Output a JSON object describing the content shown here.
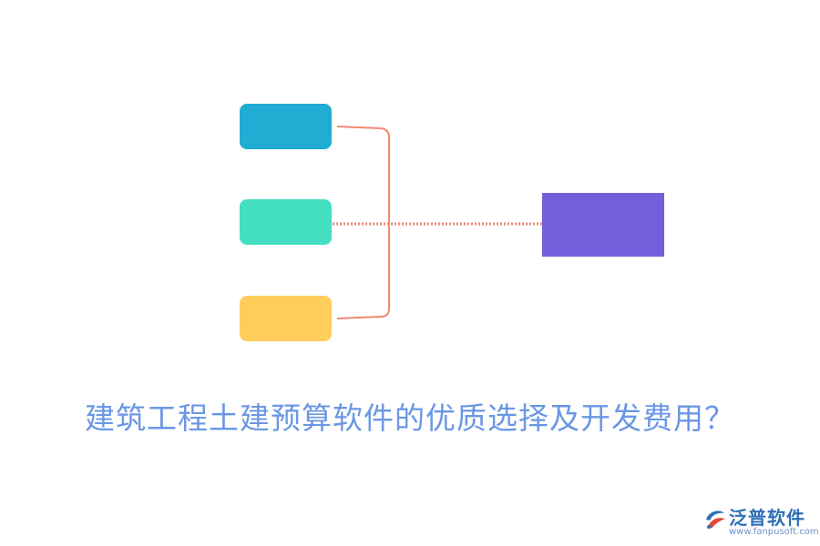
{
  "diagram": {
    "title": "建筑工程土建预算软件的优质选择及开发费用？",
    "colors": {
      "box_top": "#1FADD4",
      "box_middle": "#44DFC1",
      "box_bottom": "#FFCD5C",
      "target": "#745EDB",
      "connector": "#EE8A70",
      "title": "#6A97E4",
      "logo_text": "#2D6FB7",
      "logo_url": "#6E95C6"
    }
  },
  "logo": {
    "name": "泛普软件",
    "url": "www.fanpusoft.com"
  }
}
